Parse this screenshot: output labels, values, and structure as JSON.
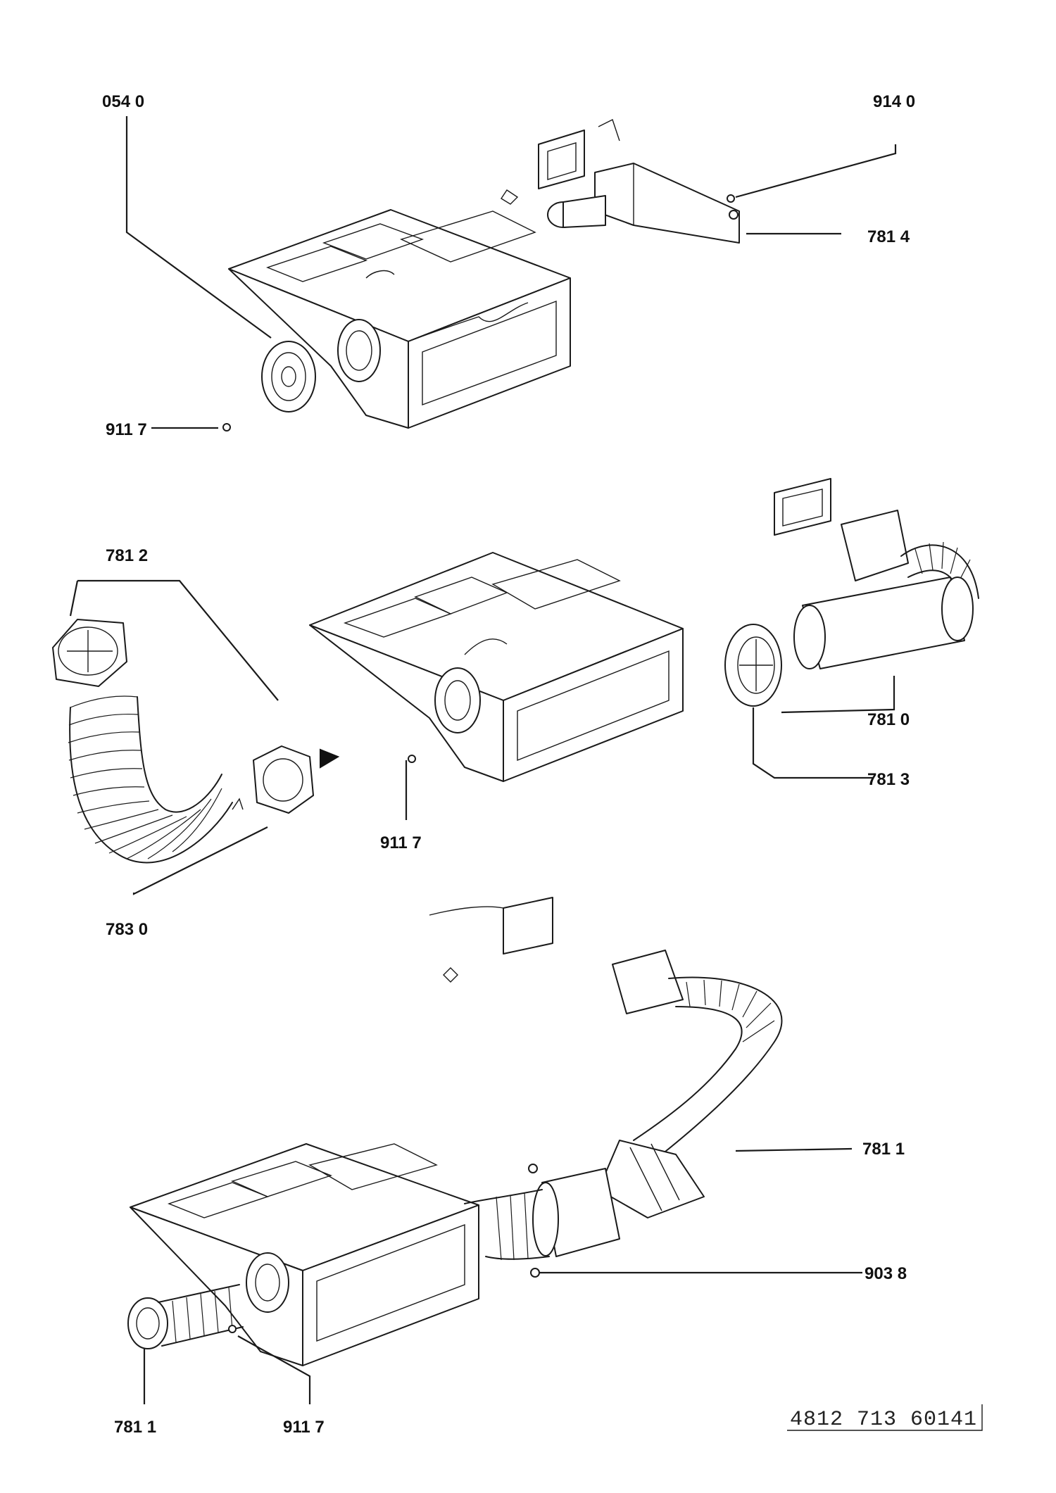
{
  "callouts": {
    "group1": {
      "a": "054 0",
      "b": "914 0",
      "c": "781 4",
      "d": "911 7"
    },
    "group2": {
      "a": "781 2",
      "b": "781 0",
      "c": "781 3",
      "d": "911 7",
      "e": "783 0"
    },
    "group3": {
      "a": "781 1",
      "b": "903 8",
      "c": "781 1",
      "d": "911 7"
    }
  },
  "doc_number": "4812 713 60141"
}
